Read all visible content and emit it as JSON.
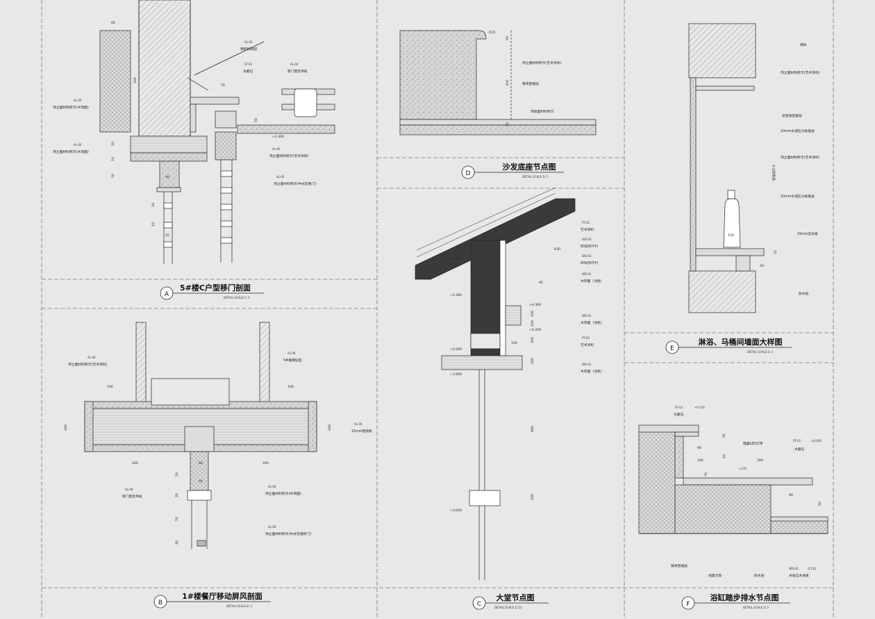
{
  "panels": {
    "A": {
      "letter": "A",
      "title": "5#楼C户型移门剖面",
      "subtitle": "DETAIL    SCALE:1/  3",
      "labels": [
        {
          "code": "AL-00",
          "text": "钢结构加固"
        },
        {
          "code": "ST-02",
          "text": "水磨石"
        },
        {
          "code": "AL-00",
          "text": "移门阻尼吊轨"
        },
        {
          "code": "AL-00",
          "text": "饰立面材料所示(木饰面)"
        },
        {
          "code": "AL-00",
          "text": "饰立面材料所示(木饰面)"
        },
        {
          "code": "AL-00",
          "text": "饰立面材料所示(艺术涂料)"
        },
        {
          "code": "AL-00",
          "text": "饰立面材料所示(中式花格门)"
        }
      ],
      "dims": [
        "60",
        "200",
        "70",
        "50",
        "10",
        "10",
        "50",
        "40",
        "10",
        "10",
        "20"
      ],
      "elev": "+2.400"
    },
    "B": {
      "letter": "B",
      "title": "1#楼餐厅移动屏风剖面",
      "subtitle": "DETAIL    SCALE:1/  3",
      "labels": [
        {
          "code": "AL-00",
          "text": "饰立面材料所示(艺术涂料)"
        },
        {
          "code": "AL-00",
          "text": "5#角钢加固"
        },
        {
          "code": "AL-00",
          "text": "15mm阻燃板"
        },
        {
          "code": "AL-00",
          "text": "移门阻尼吊轨"
        },
        {
          "code": "AL-00",
          "text": "饰立面材料所示(木饰面)"
        },
        {
          "code": "AL-00",
          "text": "饰立面材料所示(中式花格移门)"
        }
      ],
      "dims": [
        "100",
        "100",
        "100",
        "100",
        "200",
        "200",
        "60",
        "40",
        "50",
        "20",
        "50",
        "20"
      ]
    },
    "C": {
      "letter": "C",
      "title": "大堂节点图",
      "subtitle": "DETAIL    SCALE:1/  10",
      "labels": [
        {
          "code": "PT-02",
          "text": "艺术涂料"
        },
        {
          "code": "WD-03",
          "text": "60装饰干竹"
        },
        {
          "code": "WD-03",
          "text": "60装饰干竹"
        },
        {
          "code": "WD-01",
          "text": "木饰面（浅色）"
        },
        {
          "code": "WD-01",
          "text": "木饰面（浅色）"
        },
        {
          "code": "PT-02",
          "text": "艺术涂料"
        },
        {
          "code": "WD-01",
          "text": "木饰面（浅色）"
        }
      ],
      "elevs": [
        "+4.600",
        "+4.360",
        "+4.300",
        "+4.200",
        "+4.000",
        "+3.900",
        "+3.000"
      ],
      "dims": [
        "R30",
        "45",
        "100",
        "100",
        "200",
        "100",
        "100",
        "800",
        "100"
      ]
    },
    "D": {
      "letter": "D",
      "title": "沙发底座节点图",
      "subtitle": "DETAIL    SCALE:1/  5",
      "labels": [
        {
          "code": "-",
          "text": "饰立面材料所示(艺术涂料)"
        },
        {
          "code": "-",
          "text": "镀清回填层"
        },
        {
          "code": "-",
          "text": "饰地面材料所示"
        }
      ],
      "dims": [
        "R25",
        "50",
        "350",
        "50"
      ]
    },
    "E": {
      "letter": "E",
      "title": "淋浴、马桶间墙面大样图",
      "subtitle": "DETAIL    SCALE:1/  3",
      "labels": [
        {
          "code": "-",
          "text": "墙体"
        },
        {
          "code": "-",
          "text": "饰立面材料所示(艺术涂料)"
        },
        {
          "code": "-",
          "text": "龙管加固基层"
        },
        {
          "code": "-",
          "text": "10mm水泥压力板基层"
        },
        {
          "code": "-",
          "text": "饰立面材料所示(艺术涂料)"
        },
        {
          "code": "-",
          "text": "10mm水泥压力板基层"
        },
        {
          "code": "-",
          "text": "15mm实木板"
        },
        {
          "code": "-",
          "text": "防水层"
        }
      ],
      "dims": [
        "130",
        "15",
        "20",
        "壁龛高尺寸"
      ]
    },
    "F": {
      "letter": "F",
      "title": "浴缸踏步排水节点图",
      "subtitle": "DETAIL    SCALE:1/  5",
      "labels": [
        {
          "code": "ST-02",
          "text": "水磨石",
          "elev": "+0.150"
        },
        {
          "code": "",
          "text": "暗藏LED灯带"
        },
        {
          "code": "ST-02",
          "text": "水磨石",
          "elev": "±0.000"
        },
        {
          "code": "",
          "text": "镀清回填层"
        },
        {
          "code": "",
          "text": "地漏示意"
        },
        {
          "code": "",
          "text": "防水层"
        },
        {
          "code": "WD-03",
          "text": "多层实木地板",
          "elev": "-0.150"
        }
      ],
      "dims": [
        "50",
        "90",
        "100",
        "10",
        "290",
        "20",
        "90",
        "50",
        "i=1%"
      ]
    }
  },
  "colors": {
    "ink": "#222222",
    "fill_dark": "#3a3a3a",
    "paper": "#e8e8e8",
    "grid": "#777777"
  }
}
